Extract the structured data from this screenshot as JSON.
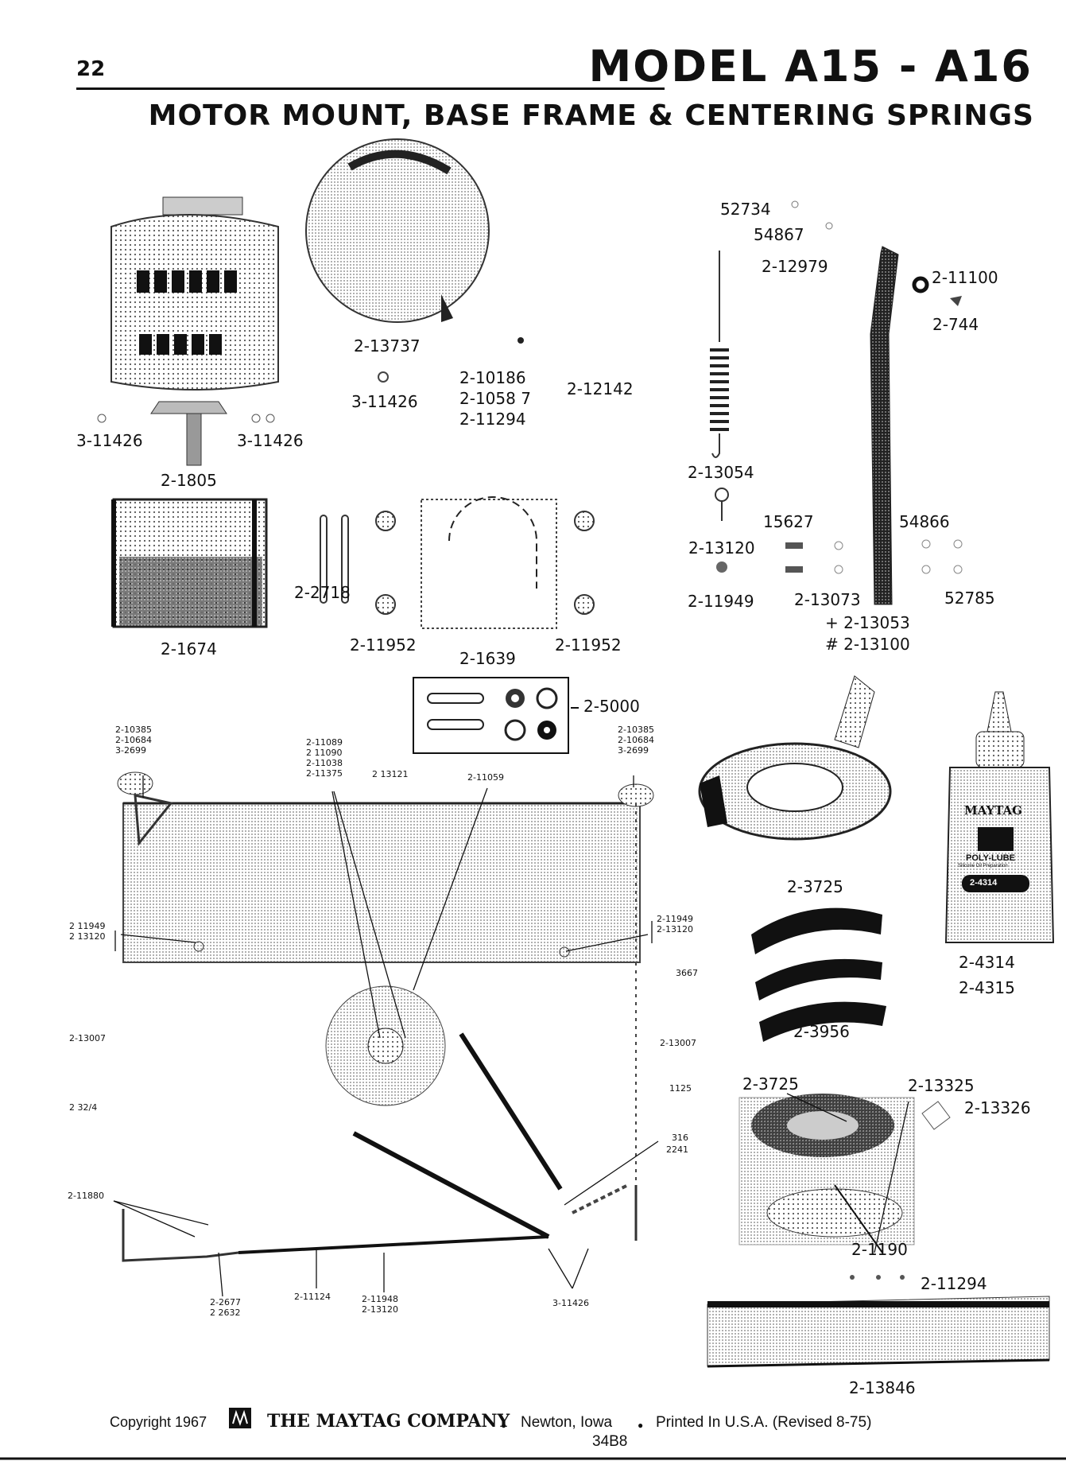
{
  "header": {
    "page_number": "22",
    "model": "MODEL A15 - A16",
    "subtitle": "MOTOR MOUNT, BASE FRAME & CENTERING SPRINGS"
  },
  "labels": {
    "motor_left": "3-11426",
    "motor_right": "3-11426",
    "motor_shaft": "2-1805",
    "cover": "2-13737",
    "washer": "3-11426",
    "screws": [
      "2-10186",
      "2-1058 7",
      "2-11294"
    ],
    "p12142": "2-12142",
    "p52734": "52734",
    "p54867": "54867",
    "p12979": "2-12979",
    "p11100": "2-11100",
    "p744": "2-744",
    "spring": "2-13054",
    "hook": "2-13120",
    "p15627": "15627",
    "p54866": "54866",
    "nut": "2-11949",
    "p13073": "2-13073",
    "p52785": "52785",
    "p13053": "+ 2-13053",
    "p13100": "# 2-13100",
    "bracket": "2-1674",
    "springs": "2-2718",
    "pad_left": "2-11952",
    "pad_right": "2-11952",
    "plate": "2-1639",
    "kit": "2-5000",
    "cap": "2-3725",
    "bottle_a": "2-4314",
    "bottle_b": "2-4315",
    "arc": "2-3956",
    "seal_cap": "2-3725",
    "p13325": "2-13325",
    "p13326": "2-13326",
    "seal": "2-1190",
    "p11294": "2-11294",
    "strip": "2-13846"
  },
  "frame_labels": {
    "tl": [
      "2-10385",
      "2-10684",
      "3-2699"
    ],
    "tr": [
      "2-10385",
      "2-10684",
      "3-2699"
    ],
    "center": [
      "2-11089",
      "2 11090",
      "2-11038",
      "2-11375"
    ],
    "c13121": "2 13121",
    "c11059": "2-11059",
    "left_mid": [
      "2 11949",
      "2 13120"
    ],
    "right_mid": [
      "2-11949",
      "2-13120"
    ],
    "r3667": "3667",
    "l13007": "2-13007",
    "r13007": "2-13007",
    "r1125": "1125",
    "l2324": "2 32/4",
    "r316": "316",
    "r241": "2241",
    "l11880": "2-11880",
    "b2677": [
      "2-2677",
      "2 2632"
    ],
    "b11124": "2-11124",
    "b11948": [
      "2-11948",
      "2-13120"
    ],
    "b11426": "3-11426"
  },
  "bottle": {
    "brand": "MAYTAG",
    "product": "POLY-LUBE",
    "desc": "Silicone Oil Preparation",
    "number": "2-4314"
  },
  "footer": {
    "copyright": "Copyright 1967",
    "company": "THE MAYTAG COMPANY",
    "location": "Newton, Iowa",
    "printed": "Printed In U.S.A. (Revised 8-75)",
    "form": "34B8"
  }
}
